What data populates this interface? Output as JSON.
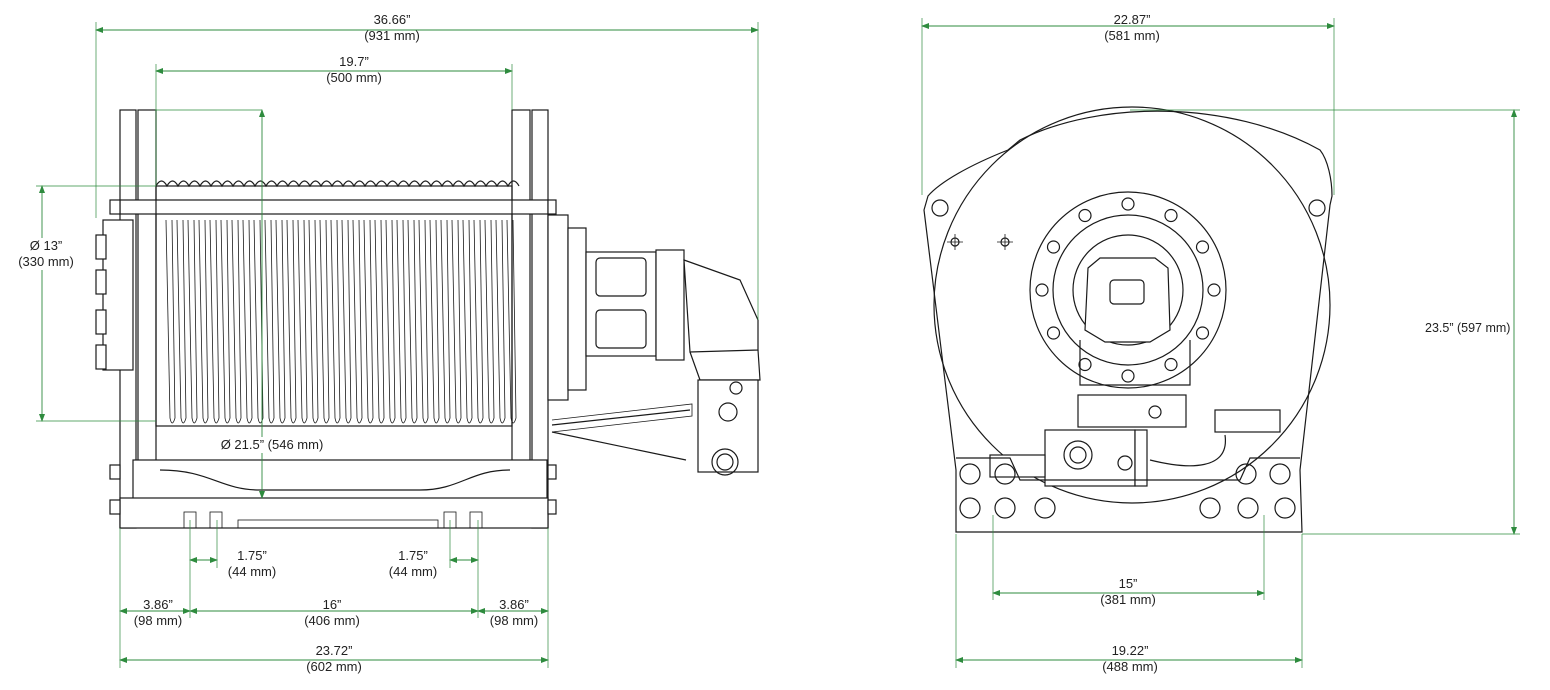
{
  "colors": {
    "dimension_lines": "#2e8b3e",
    "drawing_lines": "#1a1a1a",
    "text": "#222222",
    "background": "#ffffff"
  },
  "side_view": {
    "overall_length": {
      "in": "36.66”",
      "mm": "(931 mm)"
    },
    "drum_length": {
      "in": "19.7”",
      "mm": "(500 mm)"
    },
    "core_diameter": {
      "in": "Ø 13”",
      "mm": "(330 mm)"
    },
    "flange_diameter": {
      "text": "Ø 21.5” (546 mm)"
    },
    "bolt_spacing_left": {
      "in": "1.75”",
      "mm": "(44 mm)"
    },
    "bolt_spacing_right": {
      "in": "1.75”",
      "mm": "(44 mm)"
    },
    "edge_offset_left": {
      "in": "3.86”",
      "mm": "(98 mm)"
    },
    "mount_spacing": {
      "in": "16”",
      "mm": "(406 mm)"
    },
    "edge_offset_right": {
      "in": "3.86”",
      "mm": "(98 mm)"
    },
    "base_length": {
      "in": "23.72”",
      "mm": "(602 mm)"
    }
  },
  "end_view": {
    "overall_width": {
      "in": "22.87”",
      "mm": "(581 mm)"
    },
    "overall_height": {
      "text": "23.5” (597 mm)"
    },
    "mount_hole_spacing": {
      "in": "15”",
      "mm": "(381 mm)"
    },
    "base_width": {
      "in": "19.22”",
      "mm": "(488 mm)"
    }
  }
}
